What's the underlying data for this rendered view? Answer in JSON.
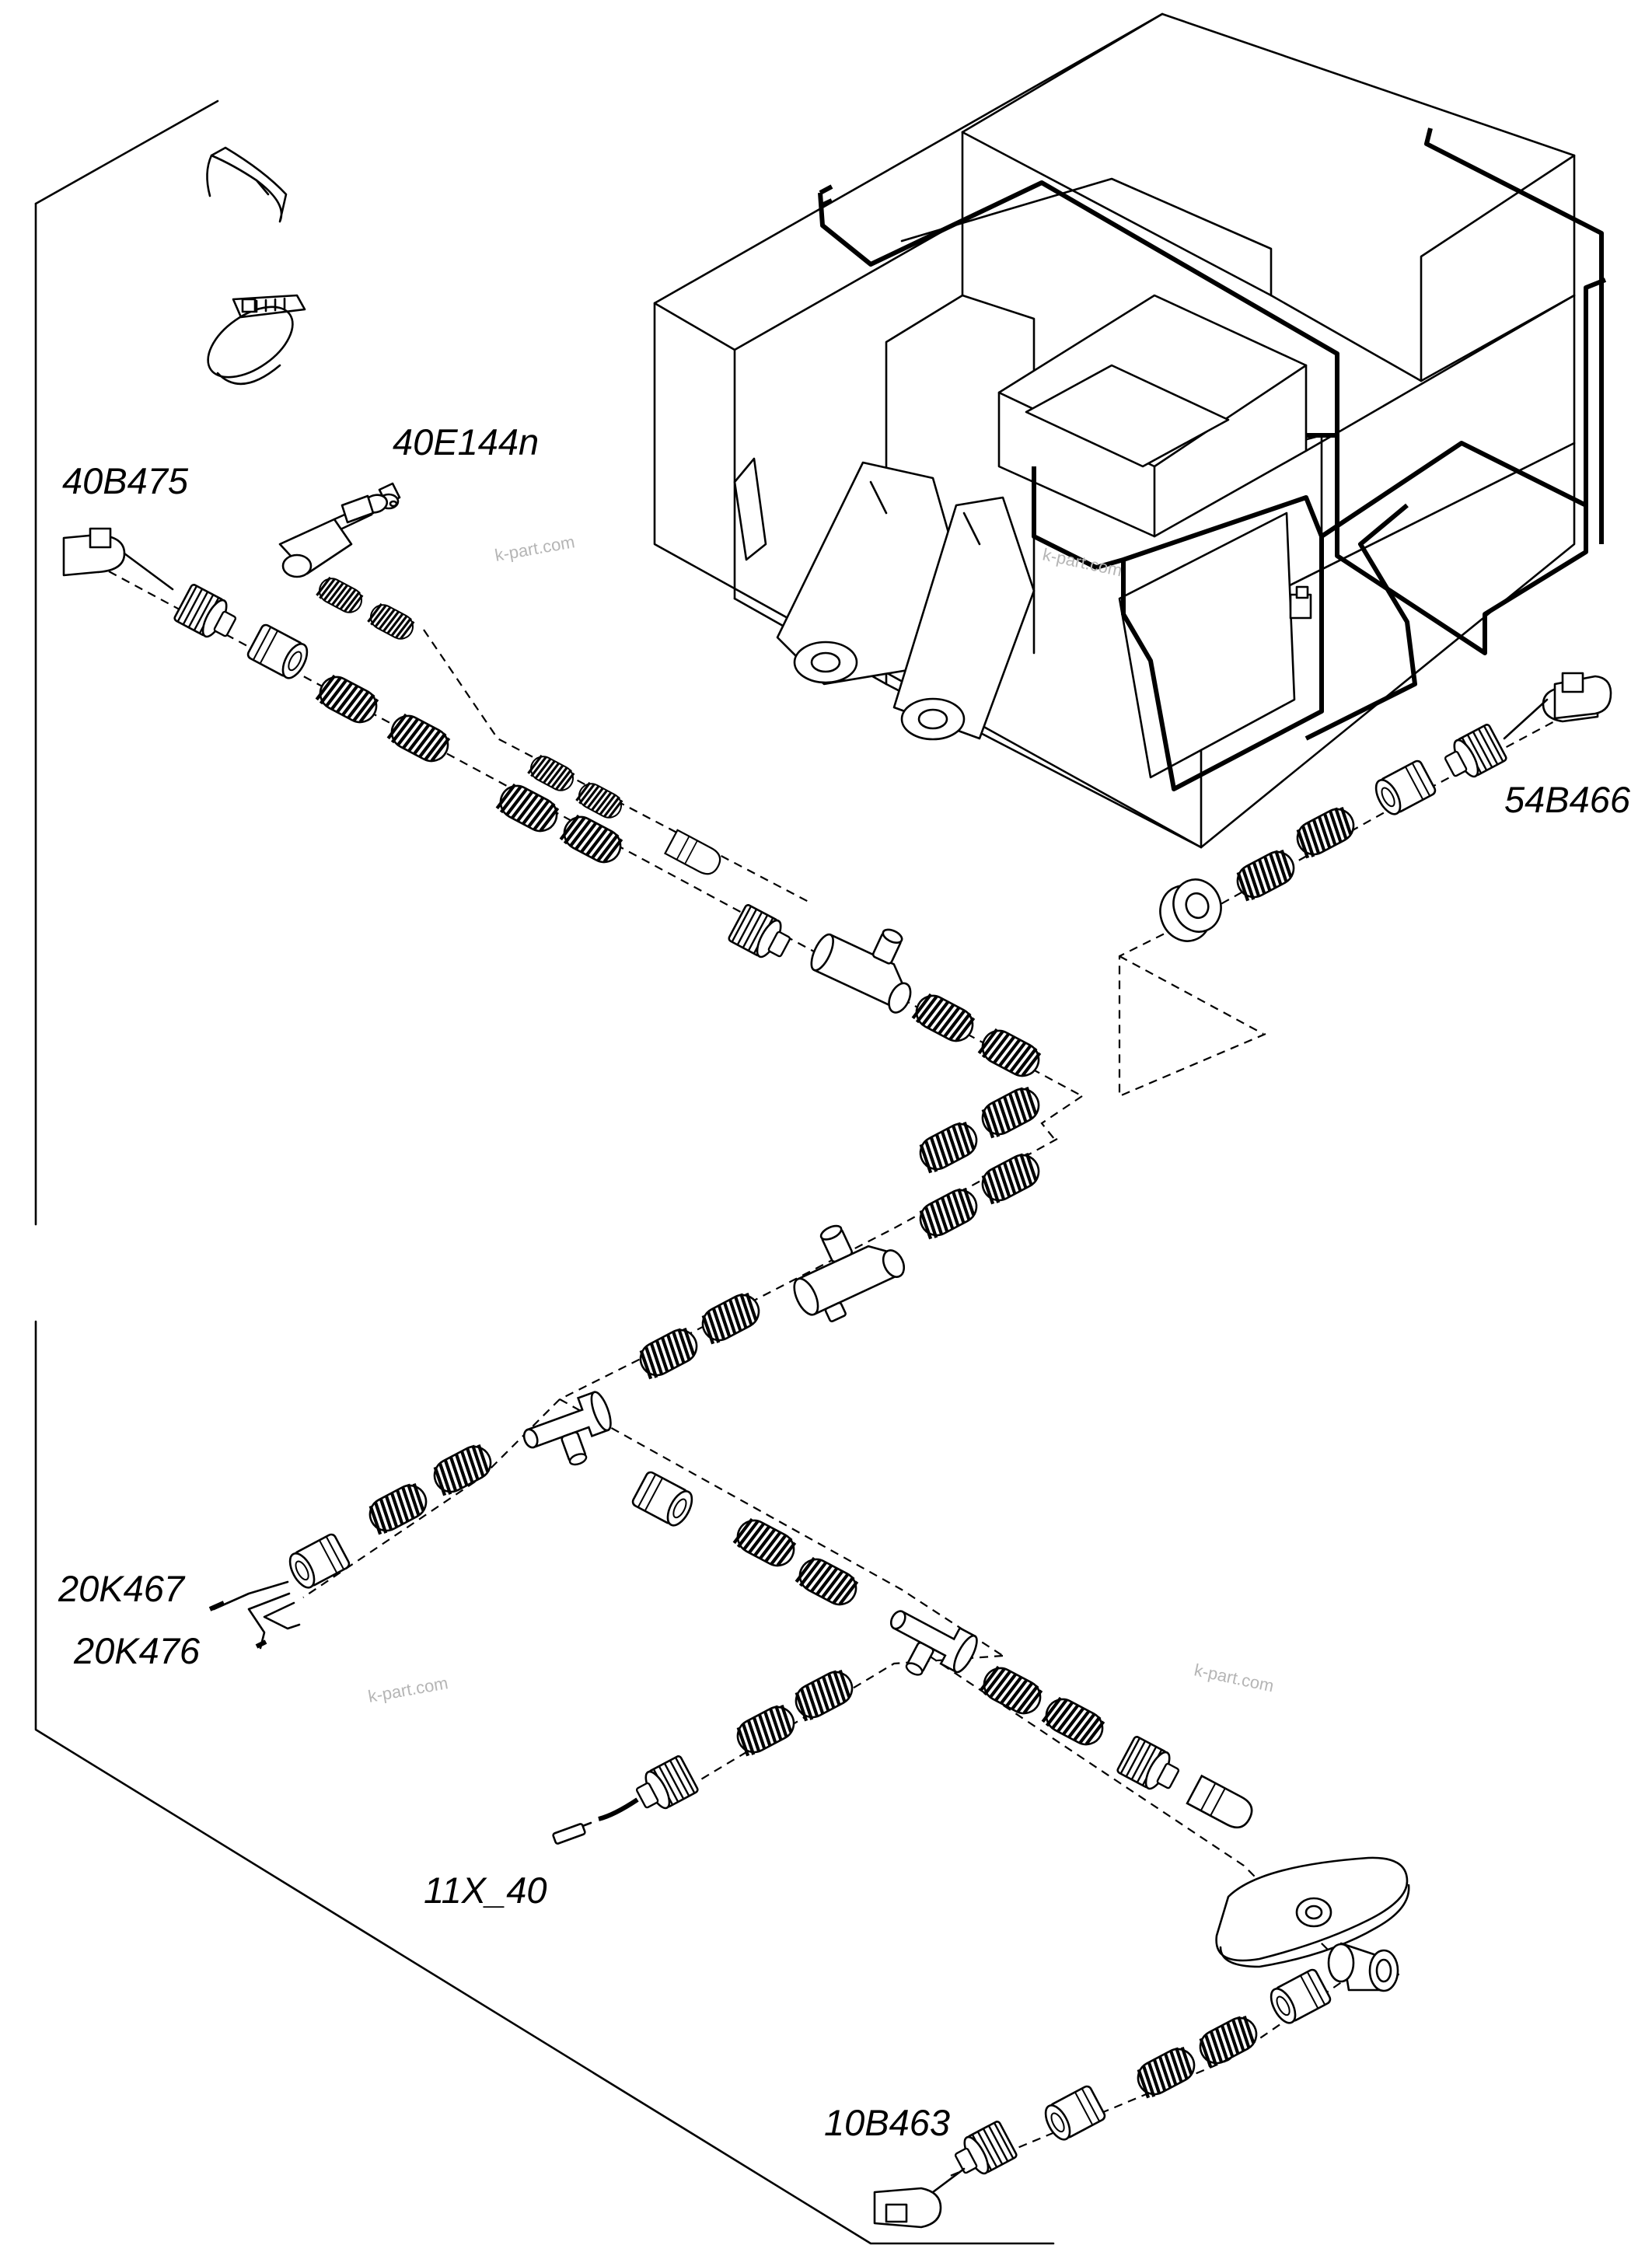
{
  "labels": {
    "l40B475": "40B475",
    "l40E144n": "40E144n",
    "l54B466": "54B466",
    "l20K467": "20K467",
    "l20K476": "20K476",
    "l11X_40": "11X_40",
    "l10B463": "10B463"
  },
  "watermark": "k-part.com"
}
